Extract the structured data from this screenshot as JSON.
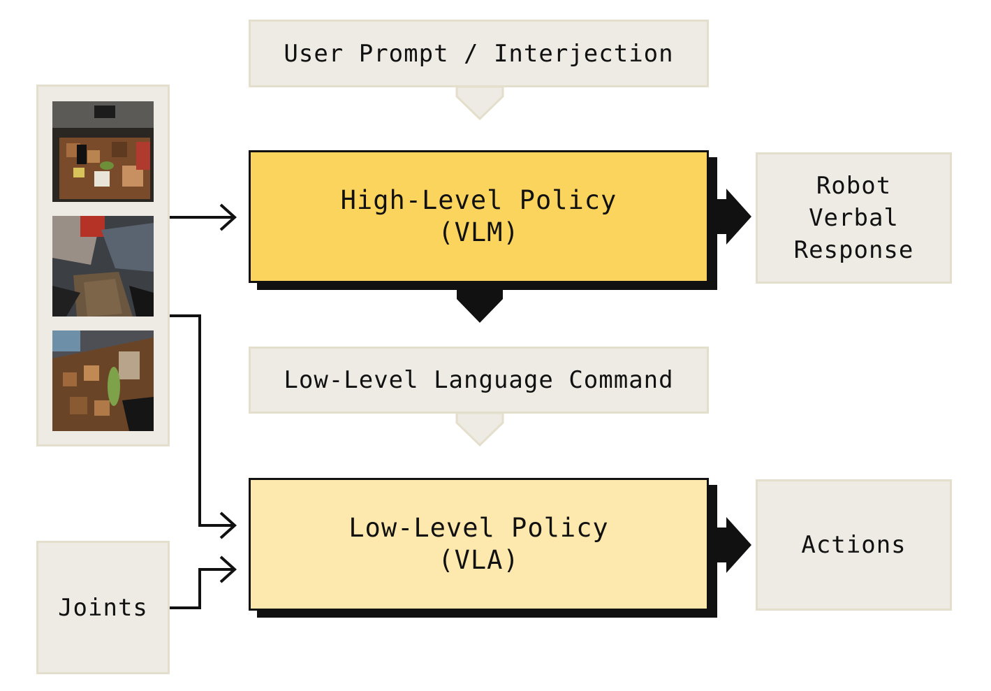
{
  "diagram": {
    "user_prompt": "User Prompt / Interjection",
    "high_level": {
      "line1": "High-Level Policy",
      "line2": "(VLM)"
    },
    "robot_response": "Robot\nVerbal\nResponse",
    "low_level_command": "Low-Level Language Command",
    "low_level": {
      "line1": "Low-Level Policy",
      "line2": "(VLA)"
    },
    "actions": "Actions",
    "joints": "Joints"
  },
  "colors": {
    "box_fill": "#edebe4",
    "box_border": "#e4dfcc",
    "high_level_fill": "#fad45c",
    "low_level_fill": "#fde9ad",
    "arrow": "#111111"
  },
  "camera_images": [
    "camera-view-1",
    "camera-view-2",
    "camera-view-3"
  ]
}
